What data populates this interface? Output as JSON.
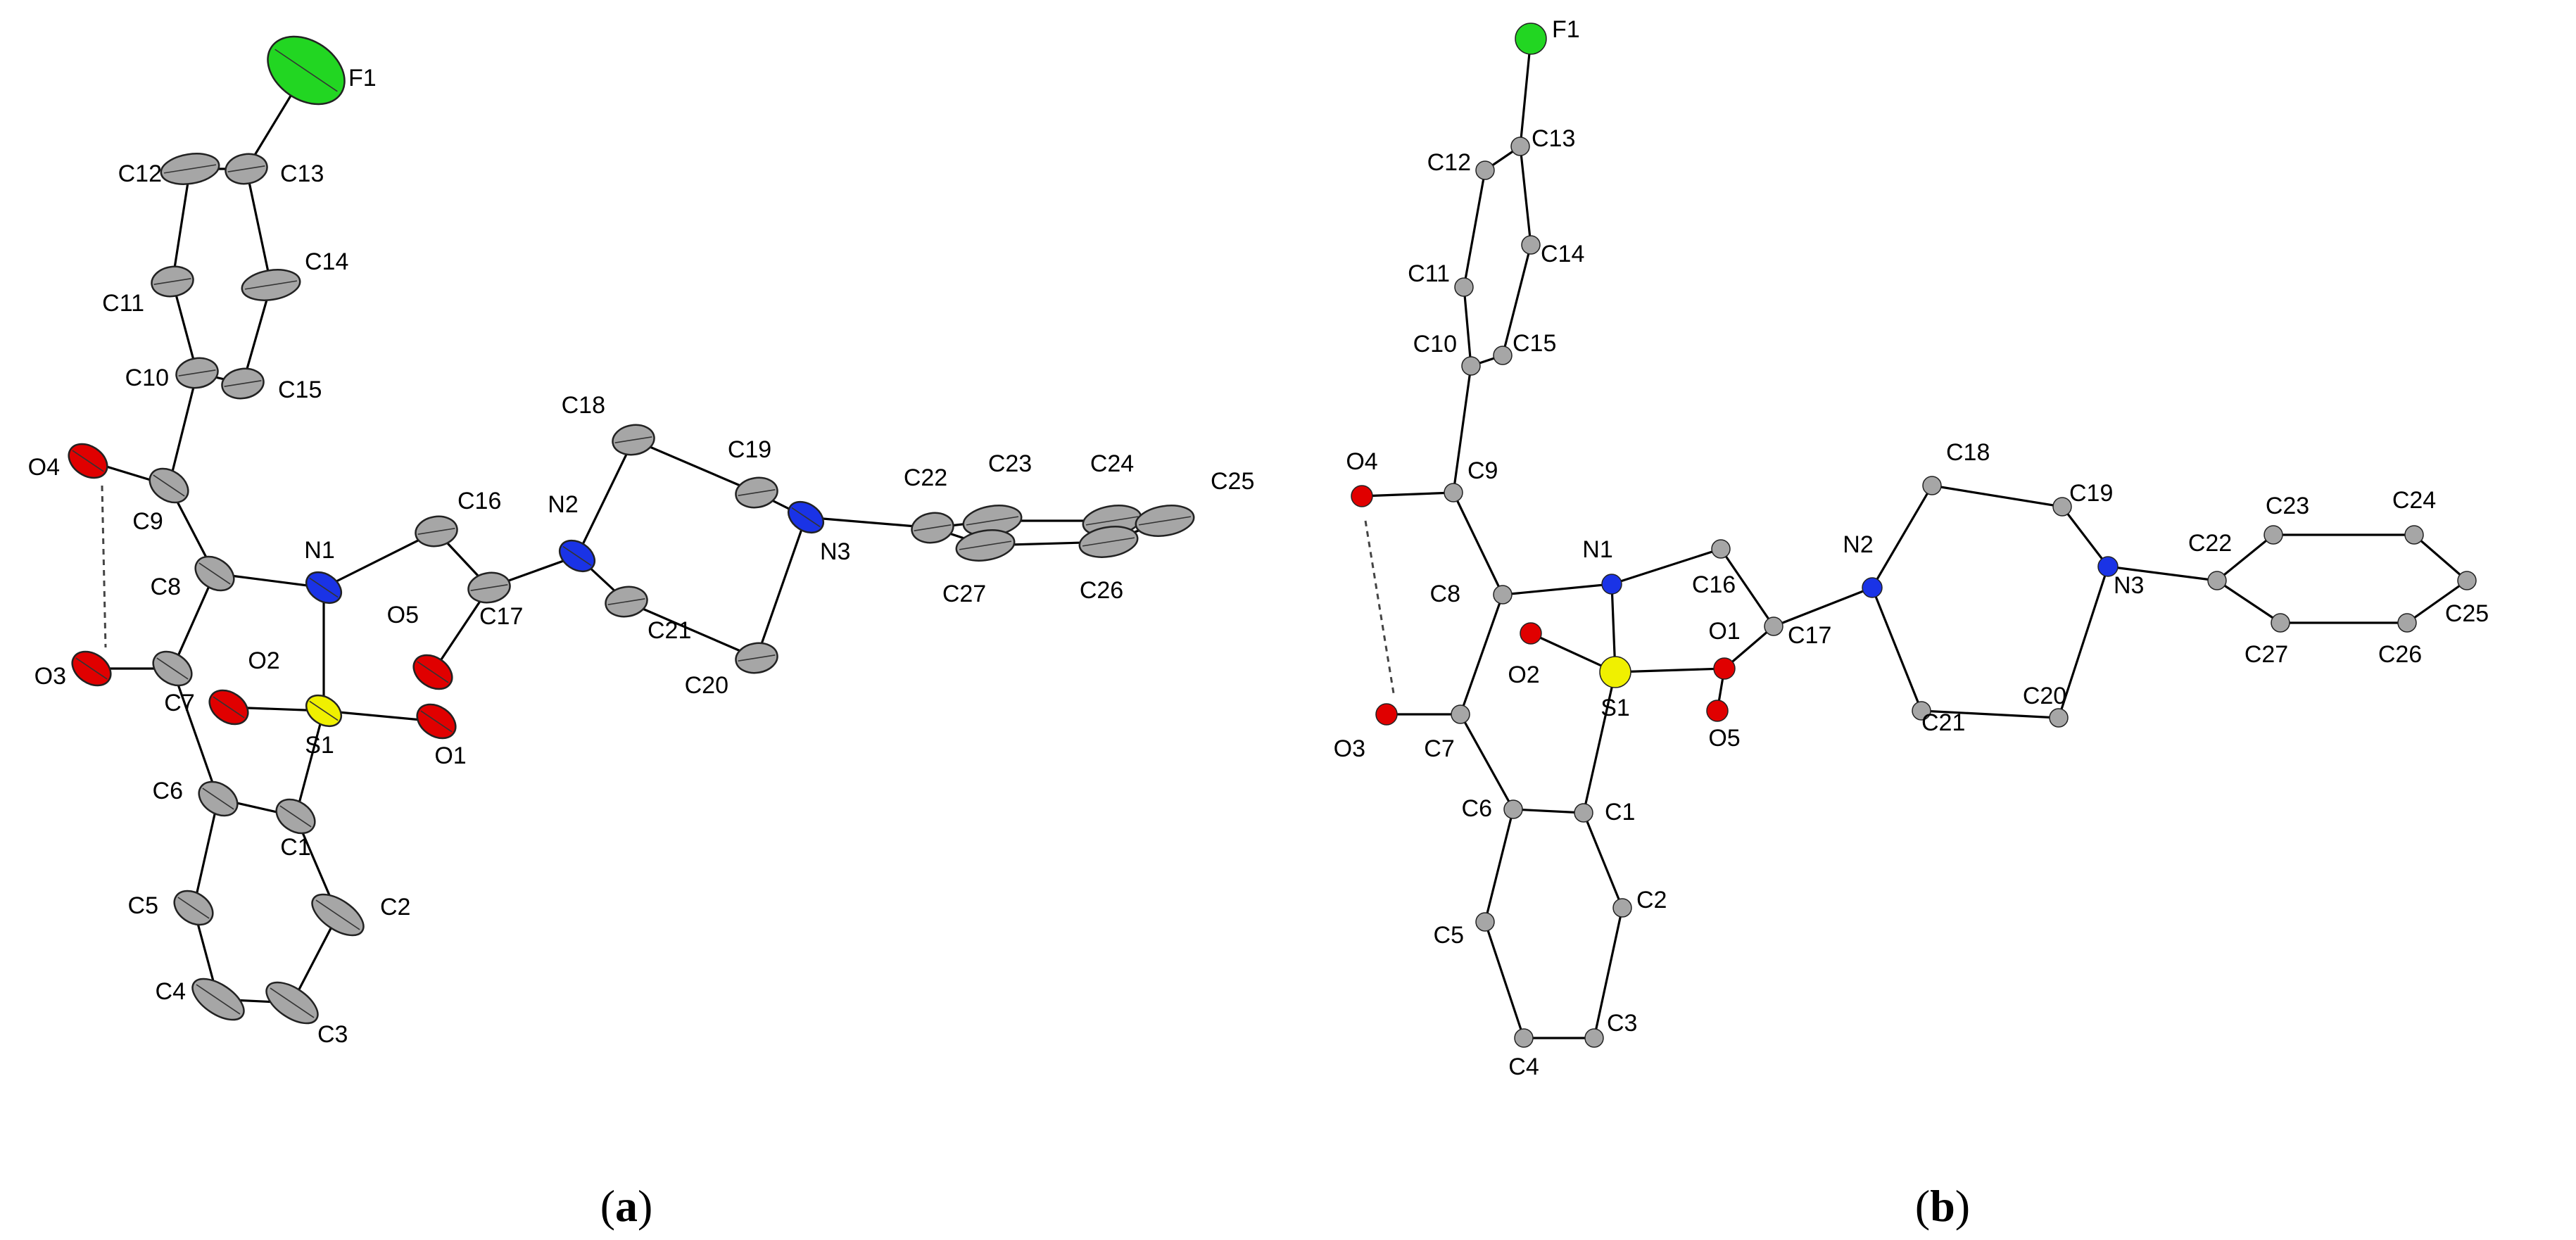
{
  "figure": {
    "panels": [
      {
        "id": "a",
        "caption_open": "(",
        "caption_letter": "a",
        "caption_close": ")",
        "style": "thermal-ellipsoid"
      },
      {
        "id": "b",
        "caption_open": "(",
        "caption_letter": "b",
        "caption_close": ")",
        "style": "ball-and-stick"
      }
    ],
    "element_colors": {
      "C": "#a6a6a6",
      "H": "#b8b8b8",
      "N": "#1a33e6",
      "O": "#e00000",
      "S": "#f0f000",
      "F": "#22d622"
    },
    "labels": {
      "F1": "F1",
      "C1": "C1",
      "C2": "C2",
      "C3": "C3",
      "C4": "C4",
      "C5": "C5",
      "C6": "C6",
      "C7": "C7",
      "C8": "C8",
      "C9": "C9",
      "C10": "C10",
      "C11": "C11",
      "C12": "C12",
      "C13": "C13",
      "C14": "C14",
      "C15": "C15",
      "C16": "C16",
      "C17": "C17",
      "C18": "C18",
      "C19": "C19",
      "C20": "C20",
      "C21": "C21",
      "C22": "C22",
      "C23": "C23",
      "C24": "C24",
      "C25": "C25",
      "C26": "C26",
      "C27": "C27",
      "N1": "N1",
      "N2": "N2",
      "N3": "N3",
      "O1": "O1",
      "O2": "O2",
      "O3": "O3",
      "O4": "O4",
      "O5": "O5",
      "S1": "S1"
    }
  }
}
